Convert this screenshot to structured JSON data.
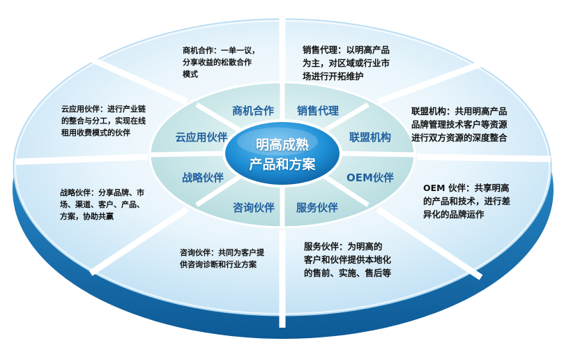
{
  "hub": {
    "line1": "明高成熟",
    "line2": "产品和方案"
  },
  "ring": [
    {
      "id": "biz",
      "label": "商机合作"
    },
    {
      "id": "sales",
      "label": "销售代理"
    },
    {
      "id": "alliance",
      "label": "联盟机构"
    },
    {
      "id": "oem",
      "label": "OEM伙伴"
    },
    {
      "id": "service",
      "label": "服务伙伴"
    },
    {
      "id": "consult",
      "label": "咨询伙伴"
    },
    {
      "id": "strategy",
      "label": "战略伙伴"
    },
    {
      "id": "cloud",
      "label": "云应用伙伴"
    }
  ],
  "descriptions": [
    {
      "id": "biz",
      "lines": [
        "商机合作：一单一议，",
        "分享收益的松散合作",
        "模式"
      ]
    },
    {
      "id": "sales",
      "lines": [
        "销售代理：以明高产品",
        "为主，对区域或行业市",
        "场进行开拓维护"
      ]
    },
    {
      "id": "alliance",
      "lines": [
        "联盟机构：共用明高产品",
        "品牌管理技术客户等资源",
        "进行双方资源的深度整合"
      ]
    },
    {
      "id": "oem",
      "lines": [
        "OEM 伙伴：共享明高",
        "的产品和技术，进行差",
        "异化的品牌运作"
      ]
    },
    {
      "id": "service",
      "lines": [
        "服务伙伴：为明高的",
        "客户和伙伴提供本地化",
        "的售前、实施、售后等"
      ]
    },
    {
      "id": "consult",
      "lines": [
        "咨询伙伴：共同为客户提",
        "供咨询诊断和行业方案"
      ]
    },
    {
      "id": "strategy",
      "lines": [
        "战略伙伴：分享品牌、市",
        "场、渠道、客户、产品、",
        "方案，协助共赢"
      ]
    },
    {
      "id": "cloud",
      "lines": [
        "云应用伙伴：进行产业链",
        "的整合与分工，实现在线",
        "租用收费模式的伙伴"
      ]
    }
  ],
  "colors": {
    "outer_top": "#e4f2fb",
    "outer_edge": "#1d8fd3",
    "outer_edge_dark": "#0f5f9c",
    "ring_fill": "#c9e7e8",
    "ring_text": "#1f5e9e",
    "hub_fill": "#1e8fd6",
    "gap": "#ffffff"
  }
}
